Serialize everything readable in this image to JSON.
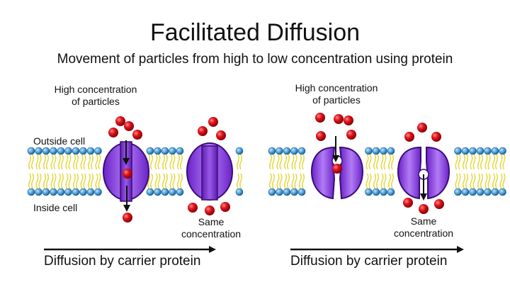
{
  "title": "Facilitated Diffusion",
  "subtitle": "Movement of particles from high to low concentration using protein",
  "left_panel": {
    "high_label_line1": "High concentration",
    "high_label_line2": "of particles",
    "outside_label": "Outside cell",
    "inside_label": "Inside cell",
    "same_label_line1": "Same",
    "same_label_line2": "concentration",
    "caption": "Diffusion by carrier protein"
  },
  "right_panel": {
    "high_label_line1": "High concentration",
    "high_label_line2": "of particles",
    "same_label_line1": "Same",
    "same_label_line2": "concentration",
    "caption": "Diffusion by carrier protein"
  },
  "colors": {
    "particle": "#d8101a",
    "protein": "#8a3de0",
    "phospholipid_head": "#4a9fd8",
    "phospholipid_tail": "#e6d94a"
  }
}
